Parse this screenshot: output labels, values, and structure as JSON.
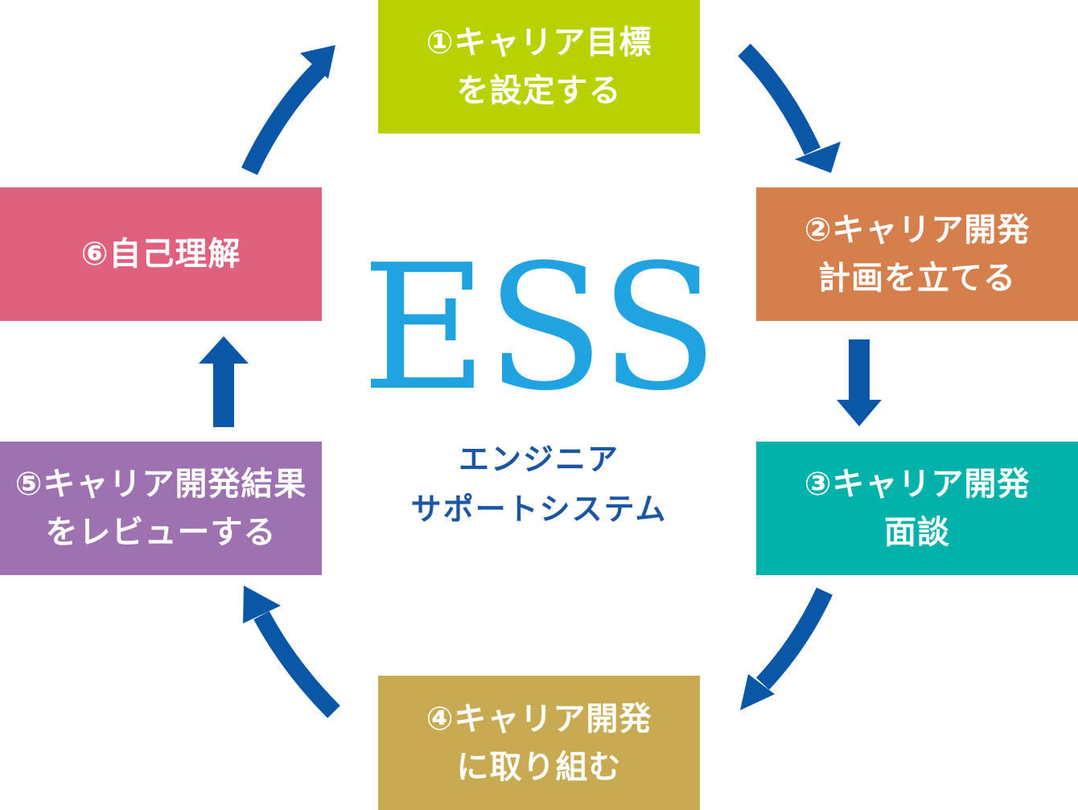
{
  "colors": {
    "arrow": "#0b57a7",
    "logo": "#21a3e2",
    "subtitle": "#1b56a4",
    "box_text": "#ffffff"
  },
  "logo": {
    "title": "ESS",
    "subtitle_line1": "エンジニア",
    "subtitle_line2": "サポートシステム"
  },
  "steps": [
    {
      "line1": "①キャリア目標",
      "line2": "を設定する",
      "color": "#b8d200"
    },
    {
      "line1": "②キャリア開発",
      "line2": "計画を立てる",
      "color": "#d57f4d"
    },
    {
      "line1": "③キャリア開発",
      "line2": "面談",
      "color": "#00b2a9"
    },
    {
      "line1": "④キャリア開発",
      "line2": "に取り組む",
      "color": "#c8aa52"
    },
    {
      "line1": "⑤キャリア開発結果",
      "line2": "をレビューする",
      "color": "#9e72b0"
    },
    {
      "line1": "⑥自己理解",
      "line2": "",
      "color": "#e0617e"
    }
  ],
  "arrow_icons": [
    "arrow-1-to-2",
    "arrow-2-to-3",
    "arrow-3-to-4",
    "arrow-4-to-5",
    "arrow-5-to-6",
    "arrow-6-to-1"
  ]
}
